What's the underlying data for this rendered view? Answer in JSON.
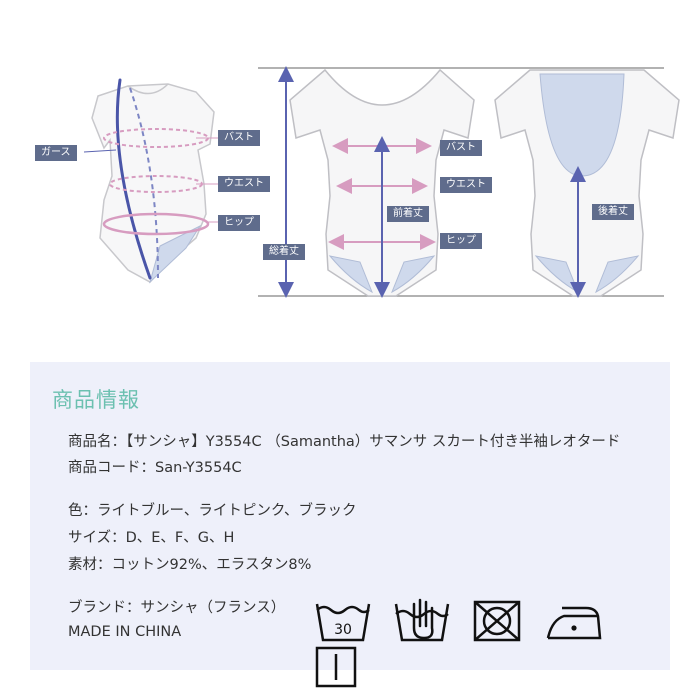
{
  "diagram": {
    "labels": {
      "girth": "ガース",
      "bust": "バスト",
      "waist": "ウエスト",
      "hip": "ヒップ",
      "total_length": "総着丈",
      "front_length": "前着丈",
      "back_length": "後着丈"
    }
  },
  "info": {
    "title": "商品情報",
    "product_name": "商品名：【サンシャ】Y3554C （Samantha）サマンサ スカート付き半袖レオタード",
    "product_code": "商品コード：San-Y3554C",
    "color": "色：ライトブルー、ライトピンク、ブラック",
    "size": "サイズ：D、E、F、G、H",
    "material": "素材：コットン92%、エラスタン8%",
    "brand": "ブランド：サンシャ（フランス）",
    "origin": "MADE IN CHINA"
  },
  "care": {
    "wash_temp": "30",
    "icons": [
      "wash-30-icon",
      "hand-wash-icon",
      "no-tumble-dry-icon",
      "low-iron-icon",
      "line-dry-icon"
    ]
  },
  "colors": {
    "label_bg": "#5f6c8c",
    "arrow_blue": "#5a63b0",
    "arrow_pink": "#d79cc0",
    "title_teal": "#6cc0b0",
    "panel_bg": "#eef0fa"
  }
}
